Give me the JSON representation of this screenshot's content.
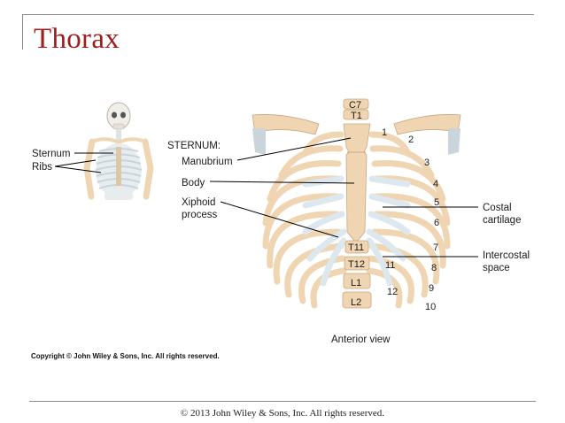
{
  "slide": {
    "title": "Thorax",
    "footer": "© 2013 John Wiley & Sons, Inc. All rights reserved."
  },
  "figure": {
    "copyright": "Copyright © John Wiley & Sons, Inc. All rights reserved.",
    "view_label": "Anterior view",
    "small_labels": {
      "sternum": "Sternum",
      "ribs": "Ribs"
    },
    "sternum_header": "STERNUM:",
    "sternum_parts": {
      "manubrium": "Manubrium",
      "body": "Body",
      "xiphoid_1": "Xiphoid",
      "xiphoid_2": "process"
    },
    "right_labels": {
      "costal_1": "Costal",
      "costal_2": "cartilage",
      "intercostal_1": "Intercostal",
      "intercostal_2": "space"
    },
    "vertebrae": {
      "c7": "C7",
      "t1": "T1",
      "t11": "T11",
      "t12": "T12",
      "l1": "L1",
      "l2": "L2"
    },
    "rib_numbers": [
      "1",
      "2",
      "3",
      "4",
      "5",
      "6",
      "7",
      "8",
      "9",
      "10",
      "11",
      "12"
    ],
    "colors": {
      "bone": "#efd5b2",
      "bone_dark": "#caa77f",
      "cartilage": "#dde8ee",
      "title": "#a11d1d"
    }
  }
}
